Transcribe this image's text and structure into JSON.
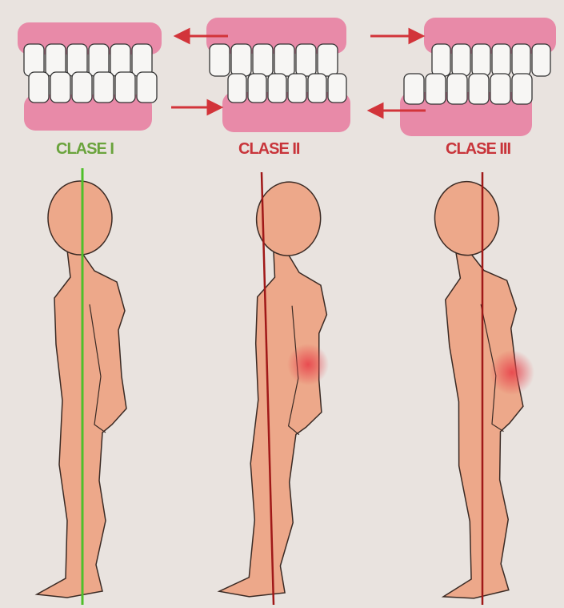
{
  "classes": [
    {
      "label": "CLASE I",
      "color": "#6aa33c",
      "line_color": "#4fbf2a"
    },
    {
      "label": "CLASE II",
      "color": "#c8343a",
      "line_color": "#a01818"
    },
    {
      "label": "CLASE III",
      "color": "#c8343a",
      "line_color": "#a01818"
    }
  ],
  "colors": {
    "background": "#e9e3df",
    "gum": "#e88aa8",
    "tooth": "#f7f6f4",
    "skin": "#eda88a",
    "arrow": "#d2343a",
    "pain": "#e8424a"
  }
}
